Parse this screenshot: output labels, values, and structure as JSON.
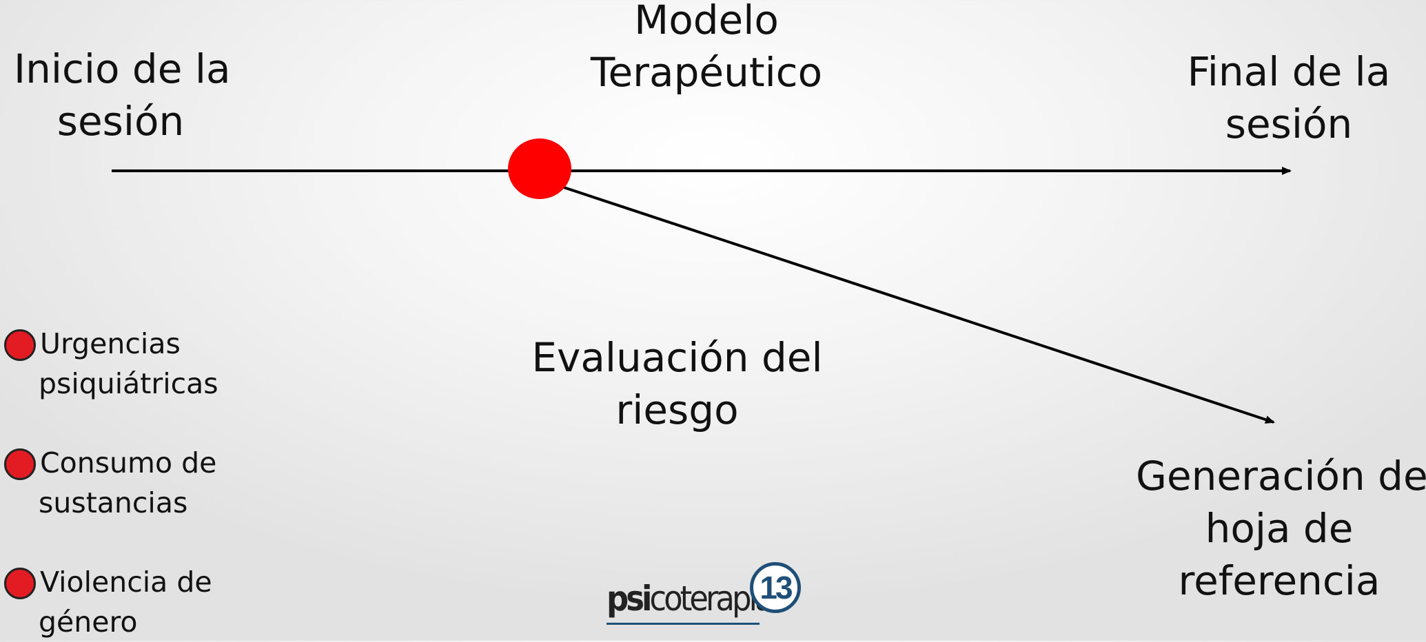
{
  "labels": {
    "start_line1": "Inicio de la",
    "start_line2": "sesión",
    "model_line1": "Modelo",
    "model_line2": "Terapéutico",
    "end_line1": "Final de la",
    "end_line2": "sesión",
    "risk_line1": "Evaluación del",
    "risk_line2": "riesgo",
    "referral_line1": "Generación de",
    "referral_line2": "hoja de",
    "referral_line3": "referencia"
  },
  "risk_factors": [
    {
      "line1": "Urgencias",
      "line2": "psiquiátricas"
    },
    {
      "line1": "Consumo de",
      "line2": "sustancias"
    },
    {
      "line1": "Violencia de",
      "line2": "género"
    }
  ],
  "logo": {
    "prefix": "psi",
    "suffix": "coterapia",
    "badge": "13"
  },
  "colors": {
    "node": "#ff0000",
    "bullet": "#e31b23",
    "logo_blue": "#1e4f78"
  }
}
